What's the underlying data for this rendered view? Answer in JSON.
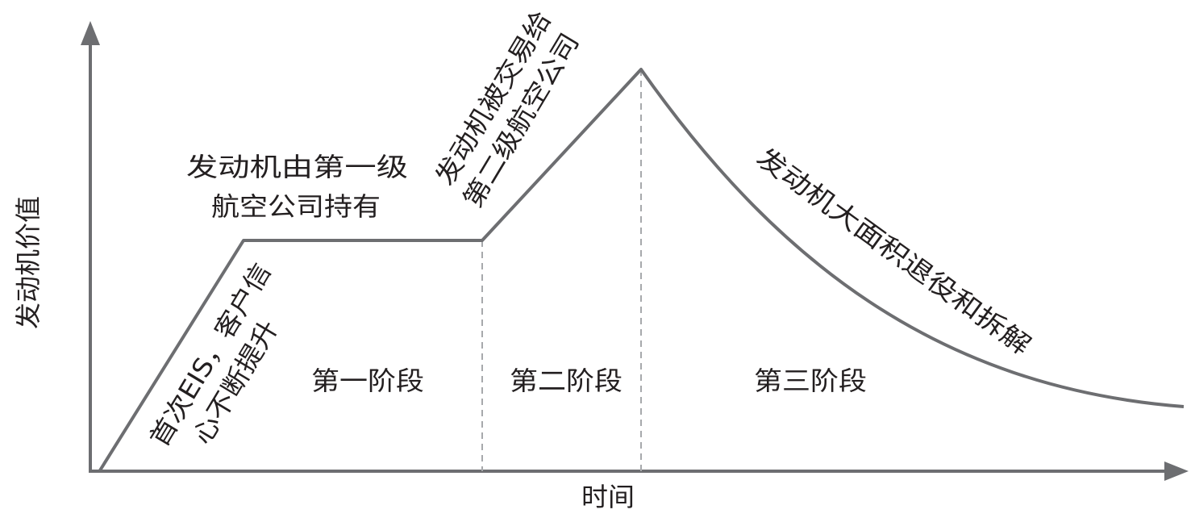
{
  "axes": {
    "y_label": "发动机价值",
    "x_label": "时间"
  },
  "annotations": {
    "first_owner_line1": "发动机由第一级",
    "first_owner_line2": "航空公司持有",
    "eis_line1": "首次EIS，客户信",
    "eis_line2": "心不断提升",
    "trade_line1": "发动机被交易给",
    "trade_line2": "第二级航空公司",
    "retire": "发动机大面积退役和拆解"
  },
  "stages": {
    "stage1": "第一阶段",
    "stage2": "第二阶段",
    "stage3": "第三阶段"
  },
  "colors": {
    "axis": "#6d6e71",
    "curve": "#6d6e71",
    "divider": "#a7a9ac",
    "text": "#231f20"
  }
}
